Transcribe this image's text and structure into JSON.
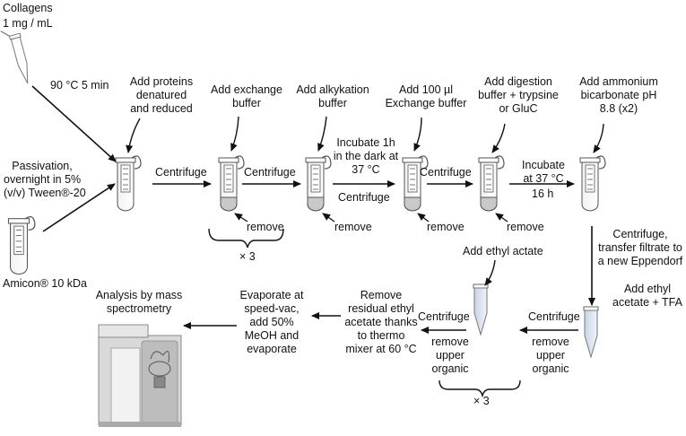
{
  "start": {
    "collagens": "Collagens",
    "concentration": "1 mg / mL",
    "heat_step": "90 °C 5 min",
    "passivation": [
      "Passivation,",
      "overnight in 5%",
      "(v/v) Tween®-20"
    ],
    "filter_unit": "Amicon® 10 kDa"
  },
  "top_steps": {
    "add_proteins": [
      "Add proteins",
      "denatured",
      "and reduced"
    ],
    "add_exchange": [
      "Add exchange",
      "buffer"
    ],
    "add_alkylation": [
      "Add alkykation",
      "buffer"
    ],
    "add_100": [
      "Add 100 µl",
      "Exchange buffer"
    ],
    "add_digestion": [
      "Add digestion",
      "buffer + trypsine",
      "or GluC"
    ],
    "add_ammonium": [
      "Add ammonium",
      "bicarbonate pH",
      "8.8 (x2)"
    ]
  },
  "row_labels": {
    "centrifuge": "Centrifuge",
    "remove": "remove",
    "times3": "× 3",
    "incubate_dark": [
      "Incubate 1h",
      "in the dark at",
      "37 °C"
    ],
    "incubate_37": [
      "Incubate",
      "at 37 °C"
    ],
    "hours": "16 h"
  },
  "bottom_steps": {
    "transfer": [
      "Centrifuge,",
      "transfer filtrate to",
      "a new  Eppendorf"
    ],
    "add_ethyl_tfa": [
      "Add ethyl",
      "acetate + TFA"
    ],
    "add_ethyl_acetate": "Add ethyl actate",
    "remove_upper": [
      "remove",
      "upper",
      "organic"
    ],
    "remove_residual": [
      "Remove",
      "residual ethyl",
      "acetate thanks",
      "to thermo",
      "mixer at 60 °C"
    ],
    "evaporate": [
      "Evaporate at",
      "speed-vac,",
      "add 50%",
      "MeOH and",
      "evaporate"
    ],
    "analysis": [
      "Analysis by mass",
      "spectrometry"
    ]
  }
}
